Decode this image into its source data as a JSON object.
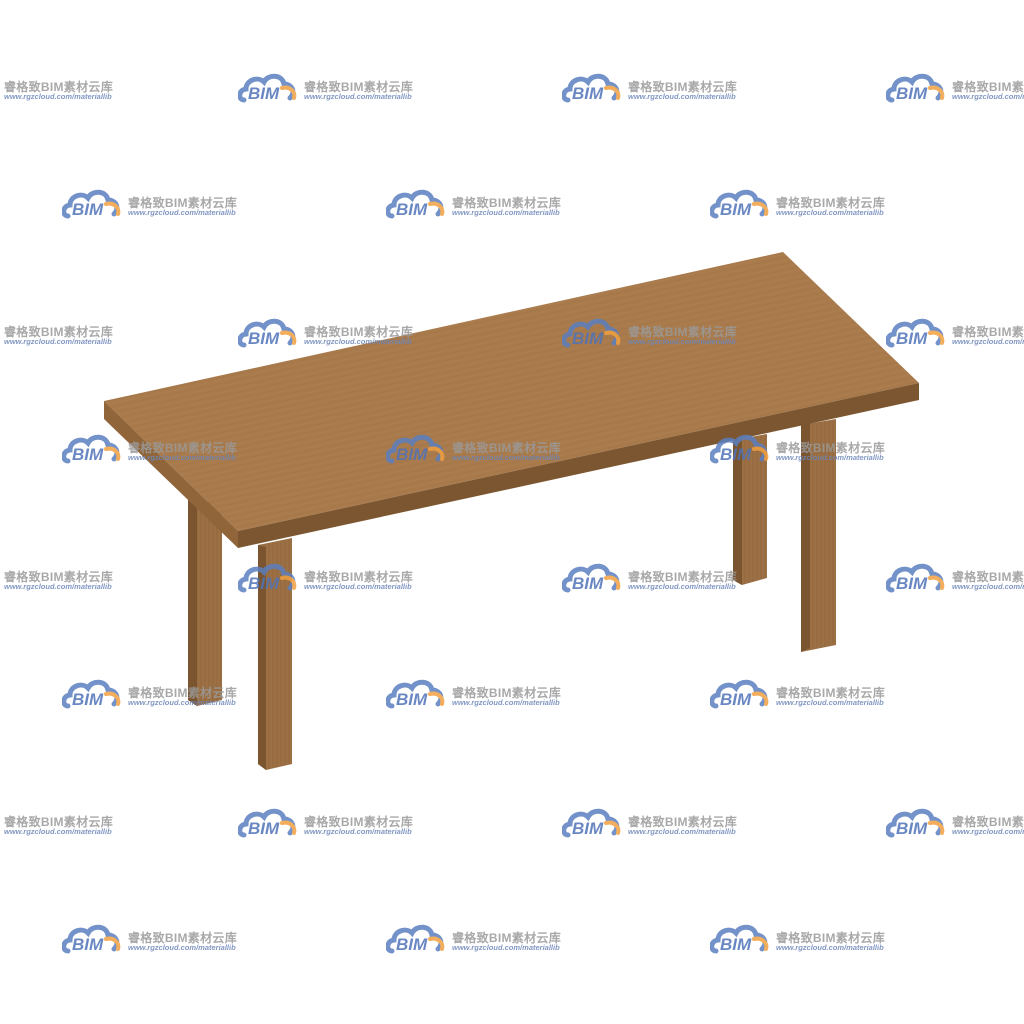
{
  "watermark": {
    "logo_text": "BIM",
    "title": "睿格致BIM素材云库",
    "url": "www.rgzcloud.com/materiallib"
  },
  "colors": {
    "background": "#ffffff",
    "table_top": "#a87a4c",
    "table_top_front": "#8f6539",
    "table_top_right": "#7c5630",
    "leg_front": "#9a6e42",
    "leg_side": "#7a5530",
    "logo_blue": "#5b7fc0",
    "logo_orange": "#f0a040",
    "watermark_text": "#9a9a9a"
  }
}
